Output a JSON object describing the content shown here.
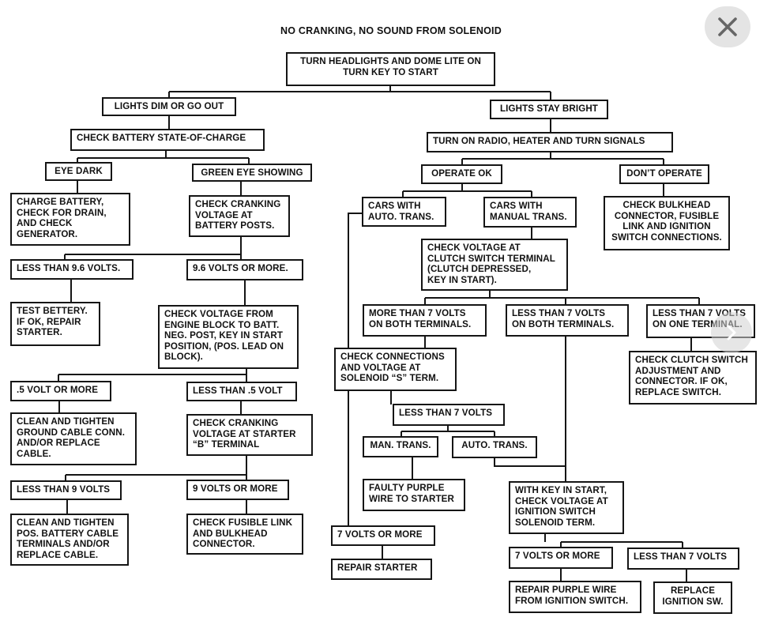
{
  "title": "NO CRANKING, NO SOUND FROM SOLENOID",
  "controls": {
    "close_icon": "close-icon",
    "next_icon": "chevron-right-icon"
  },
  "nodes": [
    {
      "id": "turn-headlights",
      "text": "TURN HEADLIGHTS AND DOME LITE ON\nTURN KEY TO START"
    },
    {
      "id": "lights-dim",
      "text": "LIGHTS DIM OR GO OUT"
    },
    {
      "id": "lights-bright",
      "text": "LIGHTS STAY BRIGHT"
    },
    {
      "id": "check-battery-charge",
      "text": "CHECK BATTERY STATE-OF-CHARGE"
    },
    {
      "id": "eye-dark",
      "text": "EYE DARK"
    },
    {
      "id": "green-eye",
      "text": "GREEN EYE SHOWING"
    },
    {
      "id": "charge-battery",
      "text": "CHARGE BATTERY,\nCHECK FOR DRAIN,\nAND CHECK\nGENERATOR."
    },
    {
      "id": "check-cranking-posts",
      "text": "CHECK CRANKING\nVOLTAGE AT\nBATTERY POSTS."
    },
    {
      "id": "less-9-6",
      "text": "LESS THAN 9.6 VOLTS."
    },
    {
      "id": "more-9-6",
      "text": "9.6 VOLTS OR MORE."
    },
    {
      "id": "test-battery",
      "text": "TEST BETTERY.\nIF OK, REPAIR\nSTARTER."
    },
    {
      "id": "check-engine-block",
      "text": "CHECK VOLTAGE FROM\nENGINE BLOCK TO BATT.\nNEG. POST, KEY IN START\nPOSITION, (POS. LEAD ON\nBLOCK)."
    },
    {
      "id": "half-volt-more",
      "text": ".5 VOLT OR MORE"
    },
    {
      "id": "less-half-volt",
      "text": "LESS THAN .5 VOLT"
    },
    {
      "id": "clean-ground",
      "text": "CLEAN AND TIGHTEN\nGROUND CABLE CONN.\nAND/OR REPLACE\nCABLE."
    },
    {
      "id": "check-cranking-starter",
      "text": "CHECK CRANKING\nVOLTAGE AT STARTER\n“B” TERMINAL"
    },
    {
      "id": "less-9",
      "text": "LESS THAN 9 VOLTS"
    },
    {
      "id": "more-9",
      "text": "9 VOLTS OR MORE"
    },
    {
      "id": "clean-pos-battery",
      "text": "CLEAN AND TIGHTEN\nPOS. BATTERY CABLE\nTERMINALS AND/OR\nREPLACE CABLE."
    },
    {
      "id": "check-fusible",
      "text": "CHECK FUSIBLE LINK\nAND BULKHEAD\nCONNECTOR."
    },
    {
      "id": "turn-on-radio",
      "text": "TURN ON RADIO, HEATER AND TURN SIGNALS"
    },
    {
      "id": "operate-ok",
      "text": "OPERATE OK"
    },
    {
      "id": "dont-operate",
      "text": "DON’T OPERATE"
    },
    {
      "id": "check-bulkhead",
      "text": "CHECK BULKHEAD\nCONNECTOR, FUSIBLE\nLINK AND IGNITION\nSWITCH CONNECTIONS."
    },
    {
      "id": "cars-auto",
      "text": "CARS WITH\nAUTO. TRANS."
    },
    {
      "id": "cars-manual",
      "text": "CARS WITH\nMANUAL TRANS."
    },
    {
      "id": "check-clutch-terminal",
      "text": "CHECK VOLTAGE AT\nCLUTCH SWITCH TERMINAL\n(CLUTCH DEPRESSED,\nKEY IN START)."
    },
    {
      "id": "more-7-both",
      "text": "MORE THAN 7 VOLTS\nON BOTH TERMINALS."
    },
    {
      "id": "less-7-both",
      "text": "LESS THAN 7 VOLTS\nON BOTH TERMINALS."
    },
    {
      "id": "less-7-one",
      "text": "LESS THAN 7 VOLTS\nON ONE TERMINAL."
    },
    {
      "id": "check-connections-solenoid",
      "text": "CHECK CONNECTIONS\nAND VOLTAGE AT\nSOLENOID “S” TERM."
    },
    {
      "id": "check-clutch-adjust",
      "text": "CHECK CLUTCH SWITCH\nADJUSTMENT AND\nCONNECTOR. IF OK,\nREPLACE SWITCH."
    },
    {
      "id": "less-7-mid",
      "text": "LESS THAN 7 VOLTS"
    },
    {
      "id": "man-trans",
      "text": "MAN. TRANS."
    },
    {
      "id": "auto-trans",
      "text": "AUTO. TRANS."
    },
    {
      "id": "faulty-purple",
      "text": "FAULTY PURPLE\nWIRE TO STARTER"
    },
    {
      "id": "key-in-start",
      "text": "WITH KEY IN START,\nCHECK VOLTAGE AT\nIGNITION SWITCH\nSOLENOID TERM."
    },
    {
      "id": "more-7-left",
      "text": "7 VOLTS OR MORE"
    },
    {
      "id": "repair-starter",
      "text": "REPAIR STARTER"
    },
    {
      "id": "more-7-right",
      "text": "7 VOLTS OR MORE"
    },
    {
      "id": "less-7-right",
      "text": "LESS THAN 7 VOLTS"
    },
    {
      "id": "repair-purple",
      "text": "REPAIR PURPLE WIRE\nFROM IGNITION SWITCH."
    },
    {
      "id": "replace-ignition",
      "text": "REPLACE\nIGNITION SW."
    }
  ]
}
